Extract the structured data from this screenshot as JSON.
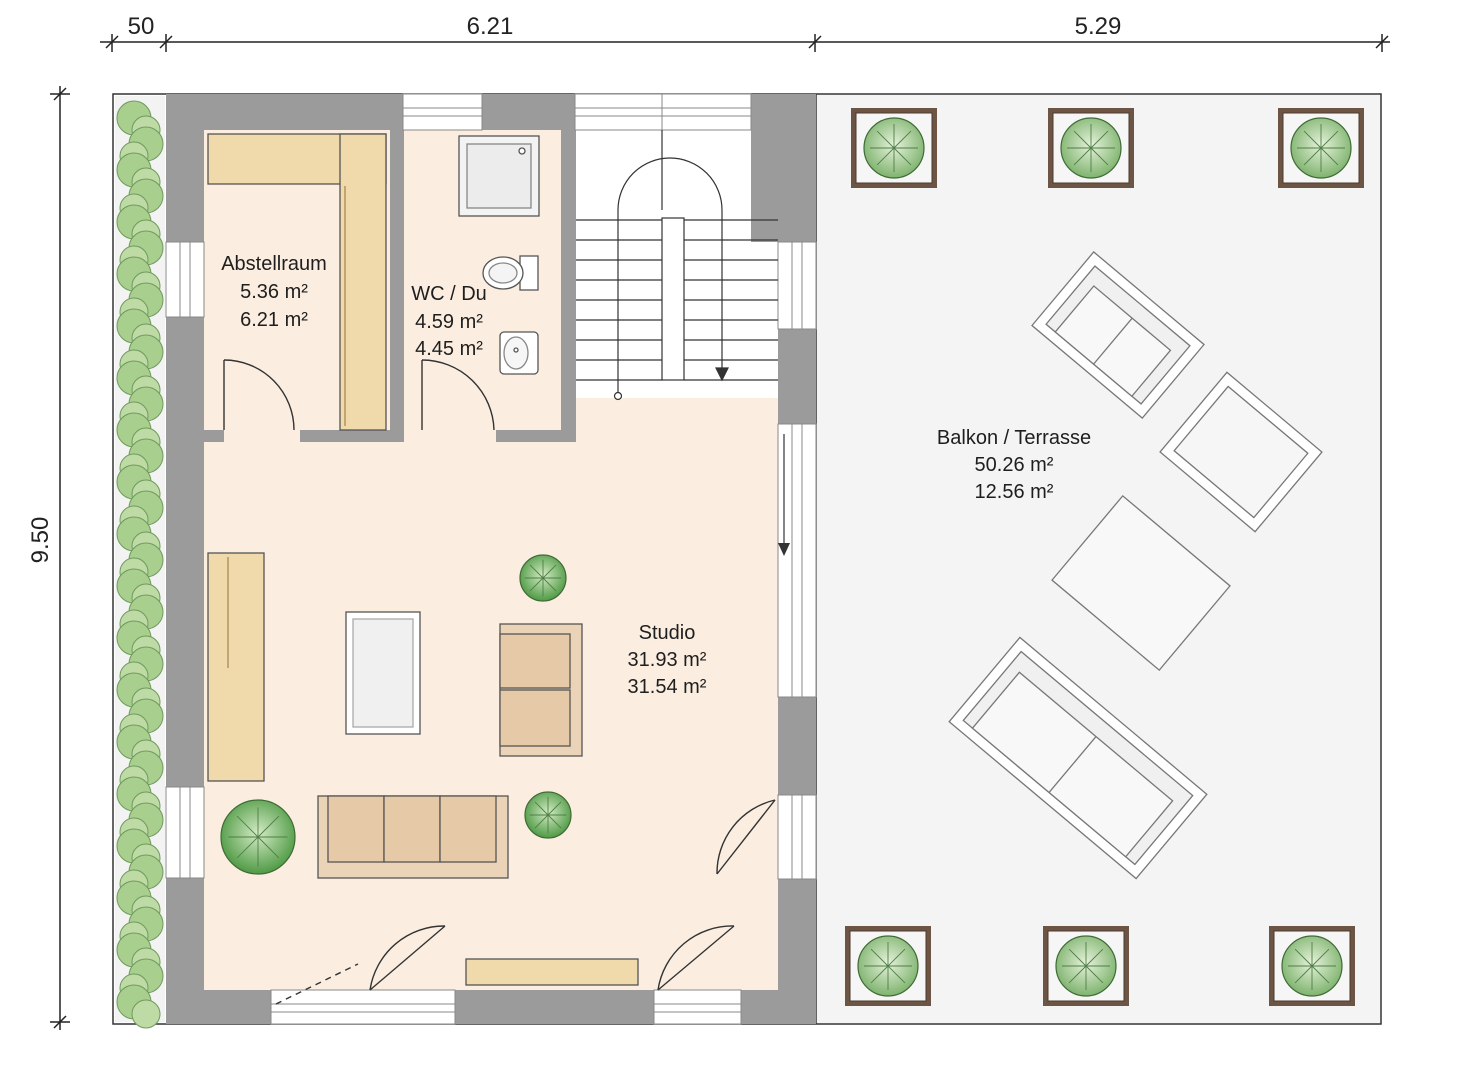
{
  "dimensions": {
    "top": [
      "50",
      "6.21",
      "5.29"
    ],
    "left": "9.50"
  },
  "rooms": {
    "abstellraum": {
      "name": "Abstellraum",
      "area1": "5.36 m²",
      "area2": "6.21 m²"
    },
    "wc": {
      "name": "WC / Du",
      "area1": "4.59 m²",
      "area2": "4.45 m²"
    },
    "studio": {
      "name": "Studio",
      "area1": "31.93 m²",
      "area2": "31.54 m²"
    },
    "balkon": {
      "name": "Balkon / Terrasse",
      "area1": "50.26 m²",
      "area2": "12.56 m²"
    }
  },
  "colors": {
    "wall": "#9b9b9b",
    "floor": "#fbeee1",
    "wood": "#f0d9aa",
    "sofa": "#ead3b6",
    "terrace": "#f4f4f4",
    "plant": "#8fbf7f",
    "hedge": "#a9cf8e",
    "planter": "#6d5545"
  }
}
